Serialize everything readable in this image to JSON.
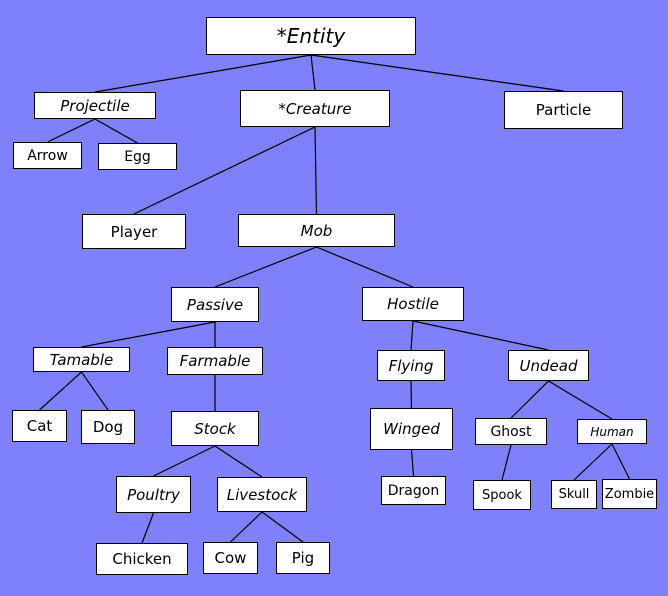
{
  "background_color": "#7f80fb",
  "nodes": {
    "entity": "*Entity",
    "projectile": "Projectile",
    "creature": "*Creature",
    "particle": "Particle",
    "arrow": "Arrow",
    "egg": "Egg",
    "player": "Player",
    "mob": "Mob",
    "passive": "Passive",
    "hostile": "Hostile",
    "tamable": "Tamable",
    "farmable": "Farmable",
    "flying": "Flying",
    "undead": "Undead",
    "cat": "Cat",
    "dog": "Dog",
    "stock": "Stock",
    "winged": "Winged",
    "ghost": "Ghost",
    "human": "Human",
    "poultry": "Poultry",
    "livestock": "Livestock",
    "dragon": "Dragon",
    "spook": "Spook",
    "skull": "Skull",
    "zombie": "Zombie",
    "chicken": "Chicken",
    "cow": "Cow",
    "pig": "Pig"
  },
  "edges": [
    [
      "entity",
      "projectile"
    ],
    [
      "entity",
      "creature"
    ],
    [
      "entity",
      "particle"
    ],
    [
      "projectile",
      "arrow"
    ],
    [
      "projectile",
      "egg"
    ],
    [
      "creature",
      "player"
    ],
    [
      "creature",
      "mob"
    ],
    [
      "mob",
      "passive"
    ],
    [
      "mob",
      "hostile"
    ],
    [
      "passive",
      "tamable"
    ],
    [
      "passive",
      "farmable"
    ],
    [
      "tamable",
      "cat"
    ],
    [
      "tamable",
      "dog"
    ],
    [
      "farmable",
      "stock"
    ],
    [
      "stock",
      "poultry"
    ],
    [
      "stock",
      "livestock"
    ],
    [
      "poultry",
      "chicken"
    ],
    [
      "livestock",
      "cow"
    ],
    [
      "livestock",
      "pig"
    ],
    [
      "hostile",
      "flying"
    ],
    [
      "hostile",
      "undead"
    ],
    [
      "flying",
      "winged"
    ],
    [
      "winged",
      "dragon"
    ],
    [
      "undead",
      "ghost"
    ],
    [
      "undead",
      "human"
    ],
    [
      "ghost",
      "spook"
    ],
    [
      "human",
      "skull"
    ],
    [
      "human",
      "zombie"
    ]
  ]
}
